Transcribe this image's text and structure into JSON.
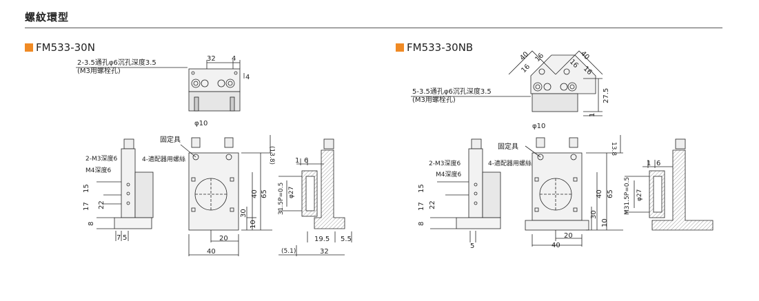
{
  "header": {
    "title": "螺紋環型"
  },
  "brand_color": "#f08a24",
  "left": {
    "model": "FM533-30N",
    "note_line1": "2-3.5通孔φ6沉孔深度3.5",
    "note_line2": "(M3用螺栓孔)",
    "dims_top": [
      "32",
      "4",
      "4"
    ],
    "label_fix": "固定具",
    "label_phi10": "φ10",
    "label_m3": "2-M3深度6",
    "label_m4": "M4深度6",
    "label_adapter": "4-適配器用螺絲",
    "label_138": "(13.8)",
    "label_phi27": "φ27",
    "label_thread": "31.5P=0.5",
    "dims_left": [
      "15",
      "17",
      "22",
      "8",
      "7",
      "5"
    ],
    "dims_front": [
      "40",
      "65",
      "30",
      "10",
      "20",
      "40"
    ],
    "dims_side": [
      "1",
      "6",
      "19.5",
      "5.5",
      "(5.1)",
      "32"
    ]
  },
  "right": {
    "model": "FM533-30NB",
    "note_line1": "5-3.5通孔φ6沉孔深度3.5",
    "note_line2": "(M3用螺栓孔)",
    "dims_top": [
      "40",
      "16",
      "16",
      "40",
      "16",
      "16",
      "27.5",
      "1"
    ],
    "label_fix": "固定具",
    "label_phi10": "φ10",
    "label_m3": "2-M3深度6",
    "label_m4": "M4深度6",
    "label_adapter": "4-適配器用螺絲",
    "label_138": "13.8",
    "label_phi27": "φ27",
    "label_thread": "M31.5P=0.5",
    "dims_left": [
      "15",
      "17",
      "22",
      "8",
      "5"
    ],
    "dims_front": [
      "40",
      "65",
      "30",
      "10",
      "20",
      "40"
    ],
    "dims_side": [
      "1",
      "6"
    ]
  }
}
